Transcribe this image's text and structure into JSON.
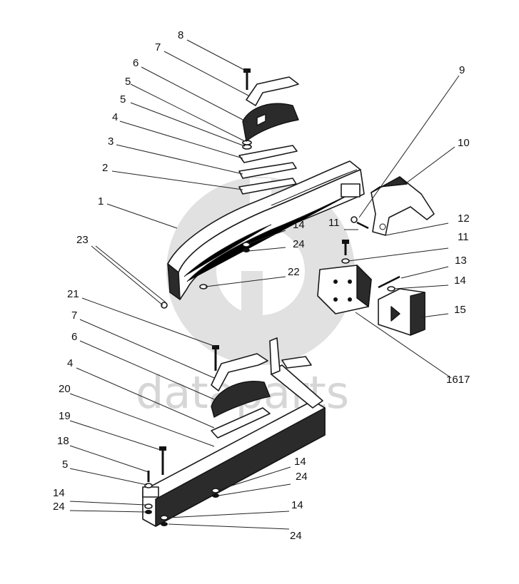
{
  "watermark": {
    "text": "dataparts",
    "color": "#d9d9d9"
  },
  "callouts": [
    {
      "id": "c8",
      "text": "8"
    },
    {
      "id": "c7a",
      "text": "7"
    },
    {
      "id": "c6a",
      "text": "6"
    },
    {
      "id": "c5a",
      "text": "5"
    },
    {
      "id": "c5b",
      "text": "5"
    },
    {
      "id": "c4a",
      "text": "4"
    },
    {
      "id": "c3",
      "text": "3"
    },
    {
      "id": "c2",
      "text": "2"
    },
    {
      "id": "c1",
      "text": "1"
    },
    {
      "id": "c9",
      "text": "9"
    },
    {
      "id": "c10",
      "text": "10"
    },
    {
      "id": "c11a",
      "text": "11"
    },
    {
      "id": "c12",
      "text": "12"
    },
    {
      "id": "c11b",
      "text": "11"
    },
    {
      "id": "c13",
      "text": "13"
    },
    {
      "id": "c14a",
      "text": "14"
    },
    {
      "id": "c24a",
      "text": "24"
    },
    {
      "id": "c14b",
      "text": "14"
    },
    {
      "id": "c15",
      "text": "15"
    },
    {
      "id": "c23",
      "text": "23"
    },
    {
      "id": "c22",
      "text": "22"
    },
    {
      "id": "c1617",
      "text": "1617"
    },
    {
      "id": "c21",
      "text": "21"
    },
    {
      "id": "c7b",
      "text": "7"
    },
    {
      "id": "c6b",
      "text": "6"
    },
    {
      "id": "c4b",
      "text": "4"
    },
    {
      "id": "c20",
      "text": "20"
    },
    {
      "id": "c19",
      "text": "19"
    },
    {
      "id": "c18",
      "text": "18"
    },
    {
      "id": "c5c",
      "text": "5"
    },
    {
      "id": "c14c",
      "text": "14"
    },
    {
      "id": "c24b",
      "text": "24"
    },
    {
      "id": "c14d",
      "text": "14"
    },
    {
      "id": "c24c",
      "text": "24"
    },
    {
      "id": "c14e",
      "text": "14"
    },
    {
      "id": "c24d",
      "text": "24"
    }
  ]
}
